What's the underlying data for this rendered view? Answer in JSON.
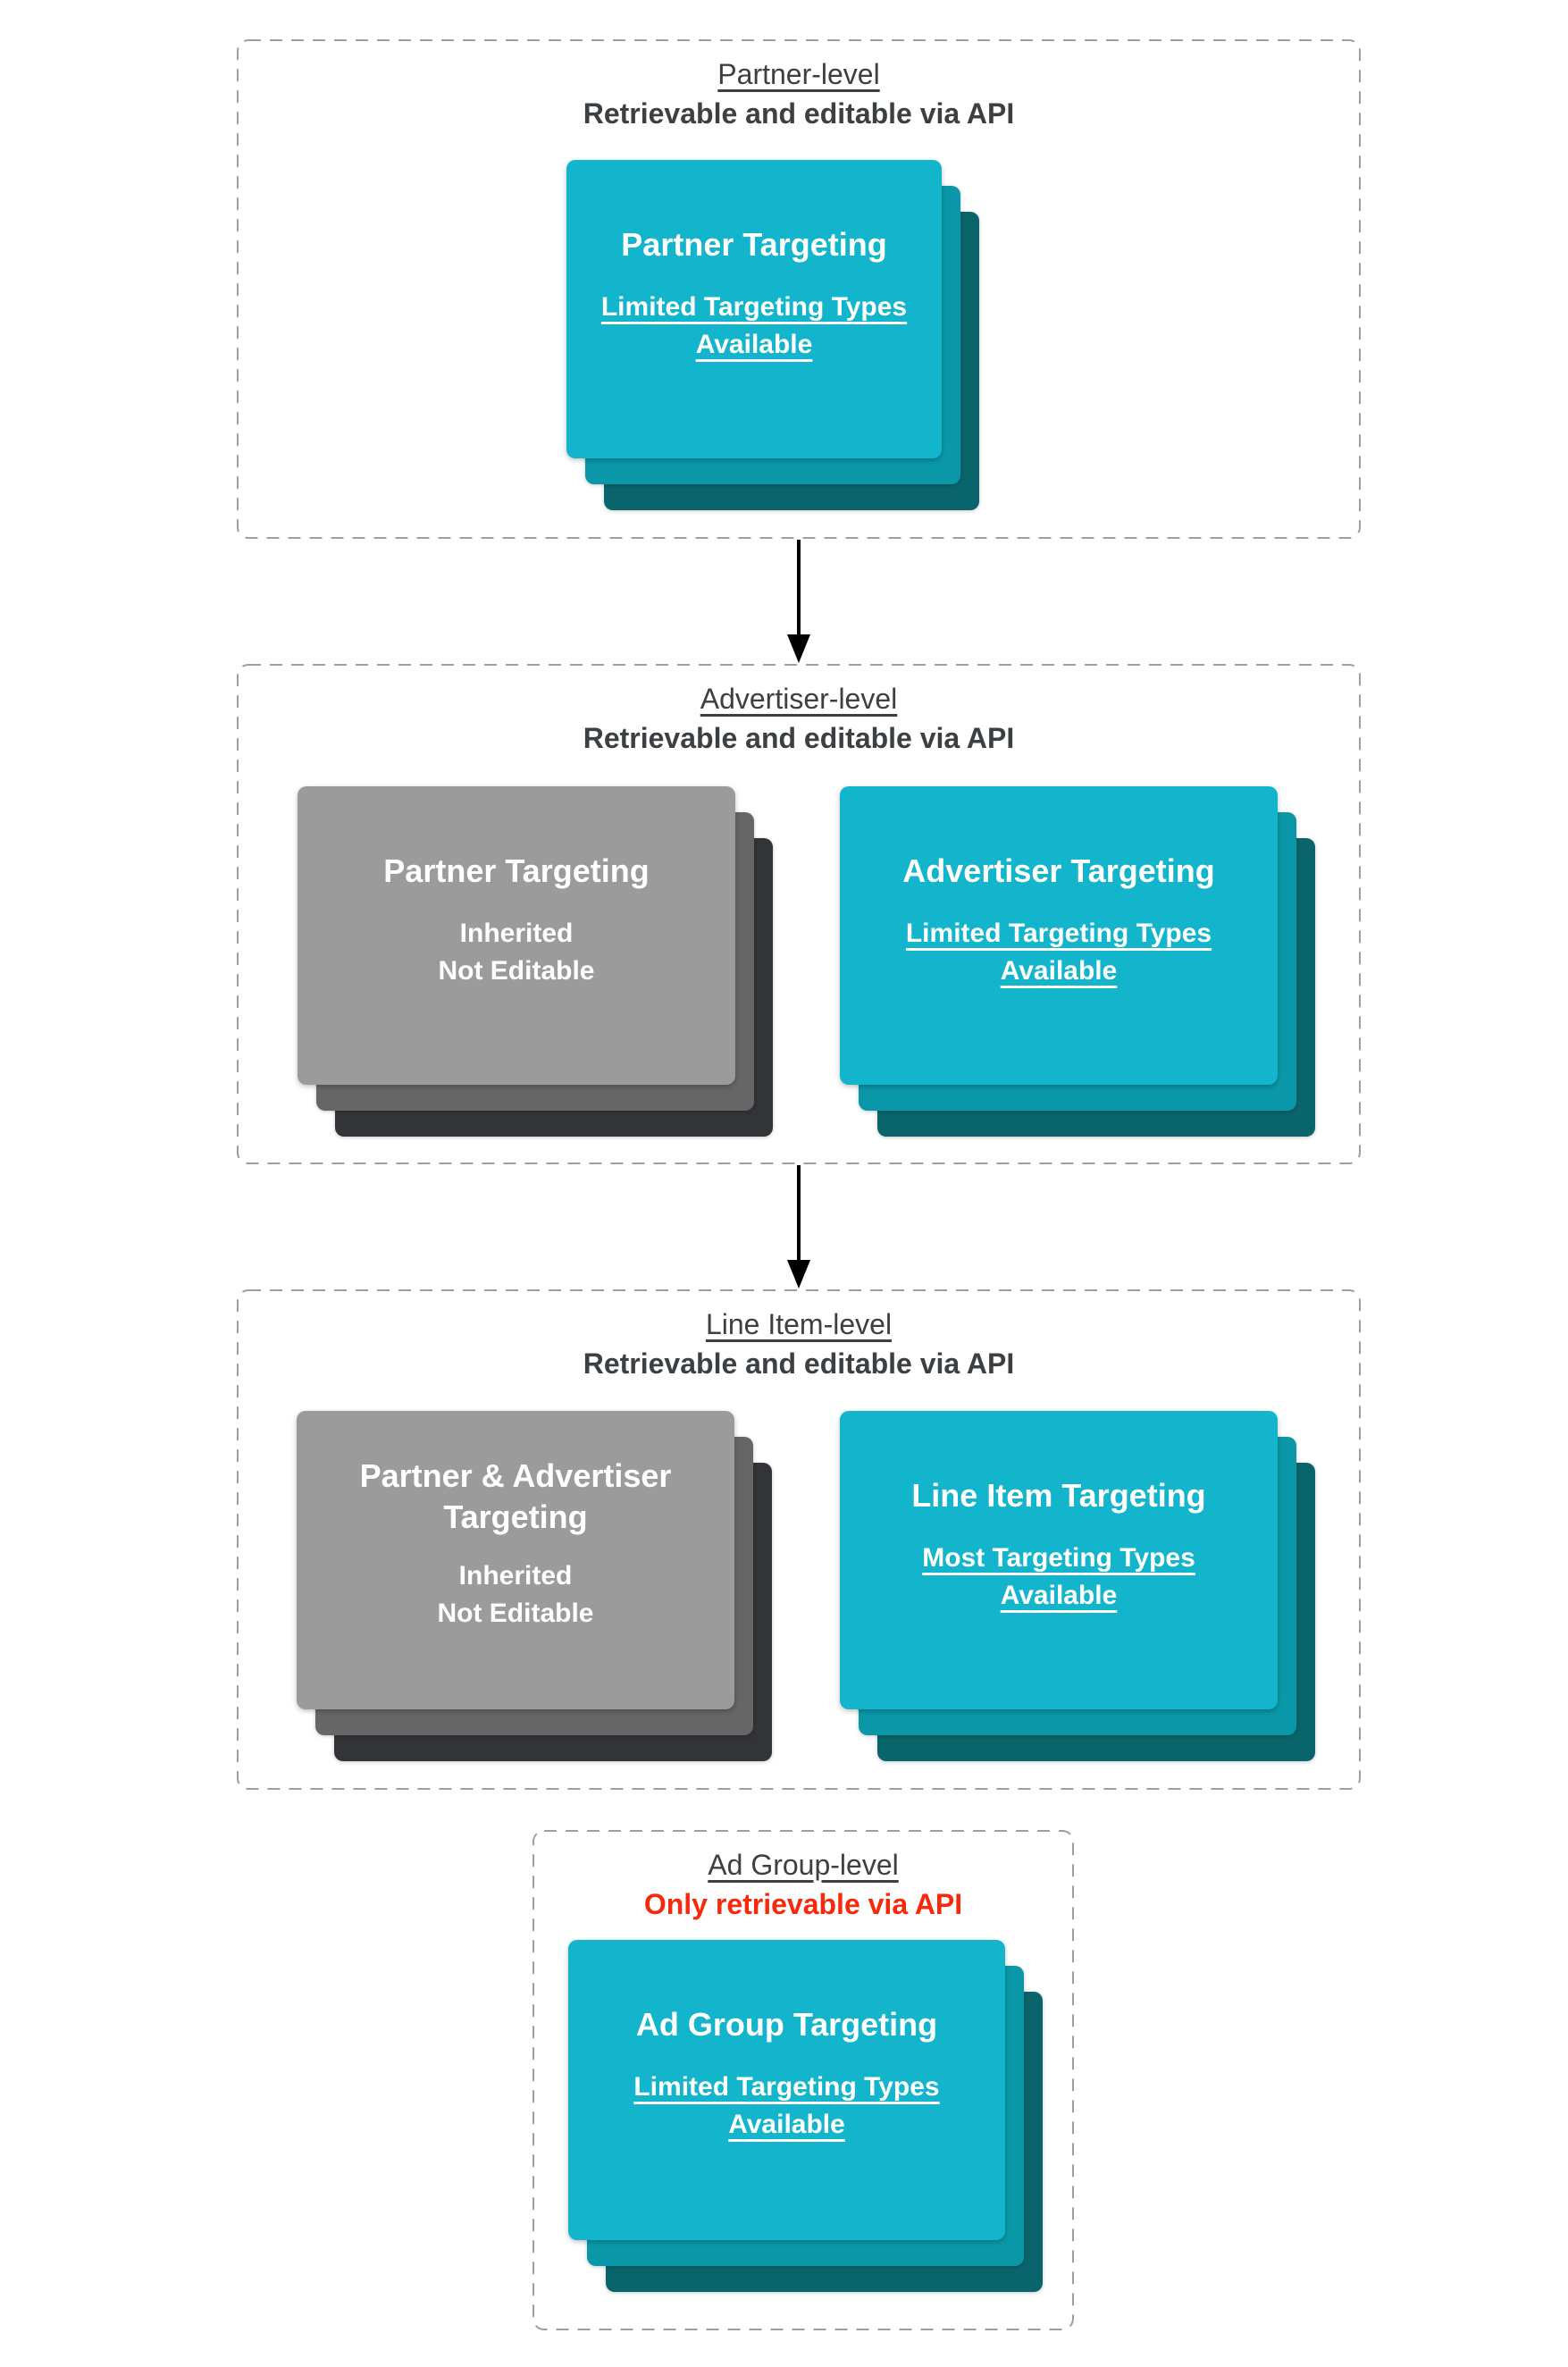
{
  "diagram": {
    "description_colors": {
      "teal_card_front": "#12b5cb",
      "teal_card_middle": "#0a98a8",
      "teal_card_back": "#0a646b",
      "gray_card_front": "#9b9b9b",
      "gray_card_middle": "#666666",
      "gray_card_back": "#323438",
      "heading_text": "#3d4043",
      "alert_red_text": "#f7290c",
      "dashed_border": "#9e9e9e",
      "arrow": "#000000",
      "card_text": "#ffffff"
    }
  },
  "sections": [
    {
      "title": "Partner-level",
      "subtitle": "Retrievable and editable via API",
      "cards": [
        {
          "title": "Partner Targeting",
          "line1": "Limited Targeting Types",
          "line2": "Available"
        }
      ]
    },
    {
      "title": "Advertiser-level",
      "subtitle": "Retrievable and editable via API",
      "cards": [
        {
          "title": "Partner Targeting",
          "line1": "Inherited",
          "line2": "Not Editable"
        },
        {
          "title": "Advertiser Targeting",
          "line1": "Limited Targeting Types",
          "line2": "Available"
        }
      ]
    },
    {
      "title": "Line Item-level",
      "subtitle": "Retrievable and editable via API",
      "cards": [
        {
          "title": "Partner & Advertiser",
          "title2": "Targeting",
          "line1": "Inherited",
          "line2": "Not Editable"
        },
        {
          "title": "Line Item Targeting",
          "line1": "Most Targeting Types",
          "line2": "Available"
        }
      ]
    },
    {
      "title": "Ad Group-level",
      "subtitle": "Only retrievable via API",
      "cards": [
        {
          "title": "Ad Group Targeting",
          "line1": "Limited Targeting Types",
          "line2": "Available"
        }
      ]
    }
  ]
}
